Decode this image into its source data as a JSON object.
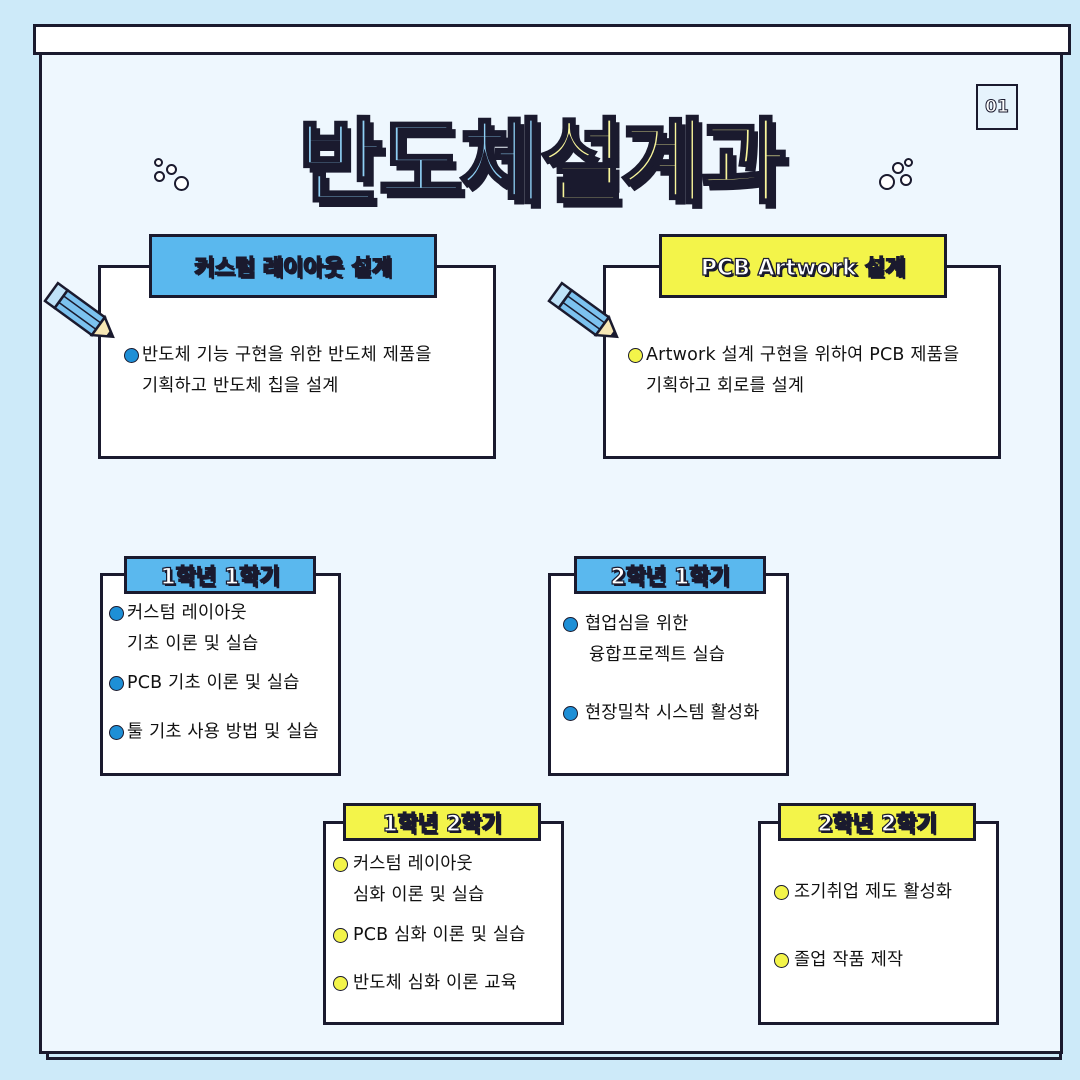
{
  "page": {
    "number": "01",
    "title_part1": "반도체",
    "title_part2": "설계과"
  },
  "colors": {
    "background": "#cdeaf9",
    "accent_blue": "#5ab8ee",
    "accent_yellow": "#f3f44a",
    "dot_blue": "#1e8fd6",
    "outline": "#1a1a2e"
  },
  "icons": [
    "pencil-icon",
    "bubbles-icon"
  ],
  "tracks": {
    "custom_layout": {
      "label": "커스텀 레이아웃 설계",
      "line1": "반도체 기능 구현을 위한 반도체 제품을",
      "line2": "기획하고 반도체 칩을 설계"
    },
    "pcb_artwork": {
      "label": "PCB Artwork 설계",
      "line1": "Artwork 설계 구현을 위하여 PCB 제품을",
      "line2": "기획하고 회로를 설계"
    }
  },
  "semesters": {
    "y1s1": {
      "label": "1학년 1학기",
      "items": [
        {
          "line1": "커스텀 레이아웃",
          "line2": "기초 이론 및 실습"
        },
        {
          "line1": "PCB 기초 이론 및 실습"
        },
        {
          "line1": "툴 기초 사용 방법 및 실습"
        }
      ]
    },
    "y2s1": {
      "label": "2학년 1학기",
      "items": [
        {
          "line1": "협업심을 위한",
          "line2": "융합프로젝트 실습"
        },
        {
          "line1": "현장밀착 시스템 활성화"
        }
      ]
    },
    "y1s2": {
      "label": "1학년 2학기",
      "items": [
        {
          "line1": "커스텀 레이아웃",
          "line2": "심화 이론 및 실습"
        },
        {
          "line1": "PCB 심화 이론 및 실습"
        },
        {
          "line1": "반도체 심화 이론 교육"
        }
      ]
    },
    "y2s2": {
      "label": "2학년 2학기",
      "items": [
        {
          "line1": "조기취업 제도 활성화"
        },
        {
          "line1": "졸업 작품 제작"
        }
      ]
    }
  }
}
